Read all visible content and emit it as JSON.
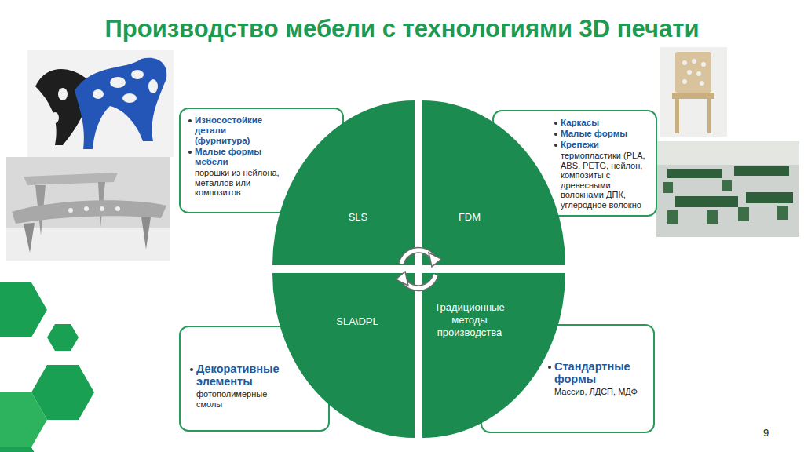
{
  "diagram": {
    "title": "Производство мебели с технологиями 3D печати",
    "nodes": [
      {
        "text": [
          "Износостойкие детали (фурнитура)",
          "Малые формы мебели",
          "порошки из нейлона, металлов или композитов"
        ]
      },
      {
        "text": [
          "Каркасы",
          "Малые формы",
          "Крепежи",
          "термопластики (PLA, ABS, PETG, нейлон, композиты с древесными волокнами ДПК, углеродное волокно"
        ]
      },
      {
        "text": [
          "SLS"
        ]
      },
      {
        "text": [
          "FDM"
        ]
      },
      {
        "text": [
          "SLA\\DPL"
        ]
      },
      {
        "text": [
          "Традиционные методы производства"
        ]
      },
      {
        "text": [
          "Декоративные элементы",
          "фотополимерные смолы"
        ]
      },
      {
        "text": [
          "Стандартные формы",
          "Массив, ЛДСП, МДФ"
        ]
      }
    ],
    "labels": [
      "9"
    ]
  }
}
